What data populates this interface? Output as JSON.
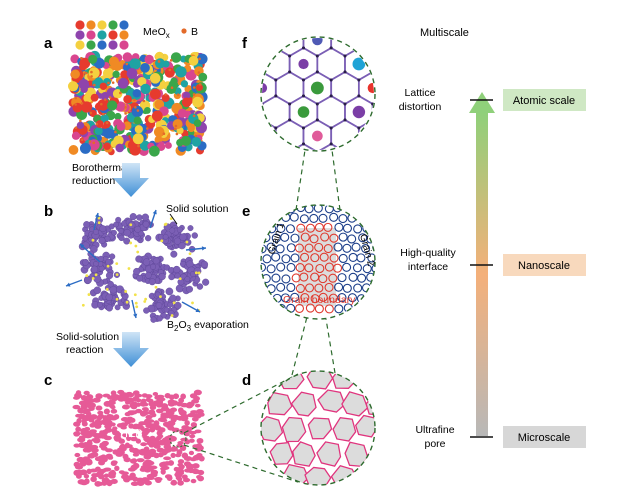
{
  "panels": {
    "a": "a",
    "b": "b",
    "c": "c",
    "d": "d",
    "e": "e",
    "f": "f"
  },
  "legend": {
    "meox": "MeO",
    "meox_sub": "x",
    "boron": "B"
  },
  "steps": {
    "borothermal_1": "Borothermal",
    "borothermal_2": "reduction",
    "solid_solution_reaction_1": "Solid-solution",
    "solid_solution_reaction_2": "reaction"
  },
  "annotations": {
    "solid_solution": "Solid solution",
    "b2o3_pre": "B",
    "b2o3_sub": "2",
    "b2o3_mid": "O",
    "b2o3_sub2": "3",
    "b2o3_post": " evaporation",
    "heb": "HEB",
    "grain1": "Grain 1",
    "grain2": "Grain 2",
    "grain_boundary": "Grain boundary"
  },
  "scale": {
    "header": "Multiscale",
    "lattice_1": "Lattice",
    "lattice_2": "distortion",
    "interface_1": "High-quality",
    "interface_2": "interface",
    "pore_1": "Ultrafine",
    "pore_2": "pore",
    "atomic": "Atomic scale",
    "nano": "Nanoscale",
    "micro": "Microscale"
  },
  "colors": {
    "particles": [
      "#e63b2e",
      "#f08a24",
      "#f4d03f",
      "#3aa64a",
      "#2b6cc4",
      "#8e44ad",
      "#d9468f",
      "#1fa3a3"
    ],
    "boron": "#e36a2a",
    "purple": "#7b5fb5",
    "pink": "#e65a97",
    "dashed": "#2e6b2e",
    "grain_blue": "#1d3f8a",
    "grain_red": "#e03a2f",
    "atomic_bg": "#cfe8c4",
    "nano_bg": "#f8d9bd",
    "micro_bg": "#d7d7d7"
  }
}
